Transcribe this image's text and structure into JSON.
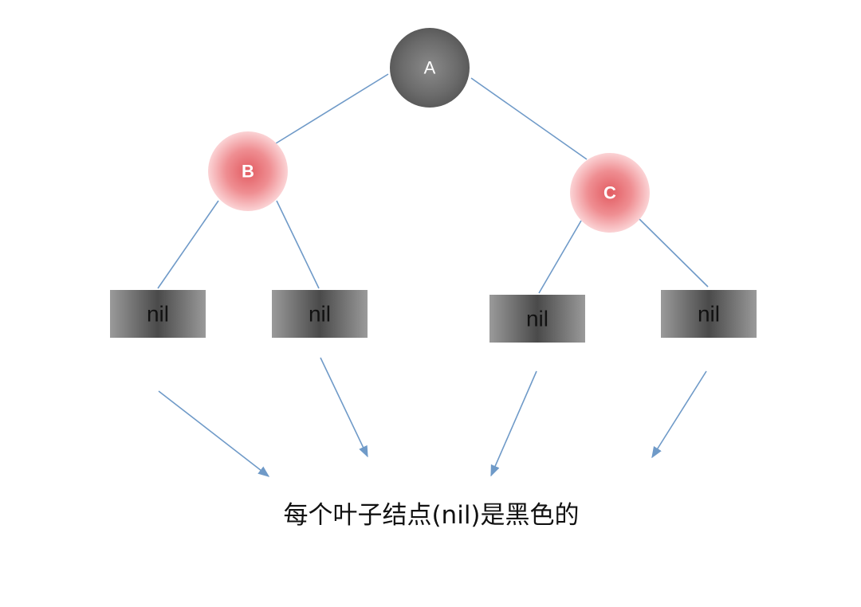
{
  "tree": {
    "root": {
      "label": "A",
      "color": "#6b6b6b"
    },
    "left": {
      "label": "B",
      "color": "#ee7d82"
    },
    "right": {
      "label": "C",
      "color": "#ee7d82"
    },
    "leaves": [
      {
        "label": "nil"
      },
      {
        "label": "nil"
      },
      {
        "label": "nil"
      },
      {
        "label": "nil"
      }
    ]
  },
  "caption": "每个叶子结点(nil)是黑色的",
  "colors": {
    "edge": "#6f9ac8",
    "leaf_center": "#3c3c3c",
    "leaf_edge": "#9a9a9a"
  }
}
